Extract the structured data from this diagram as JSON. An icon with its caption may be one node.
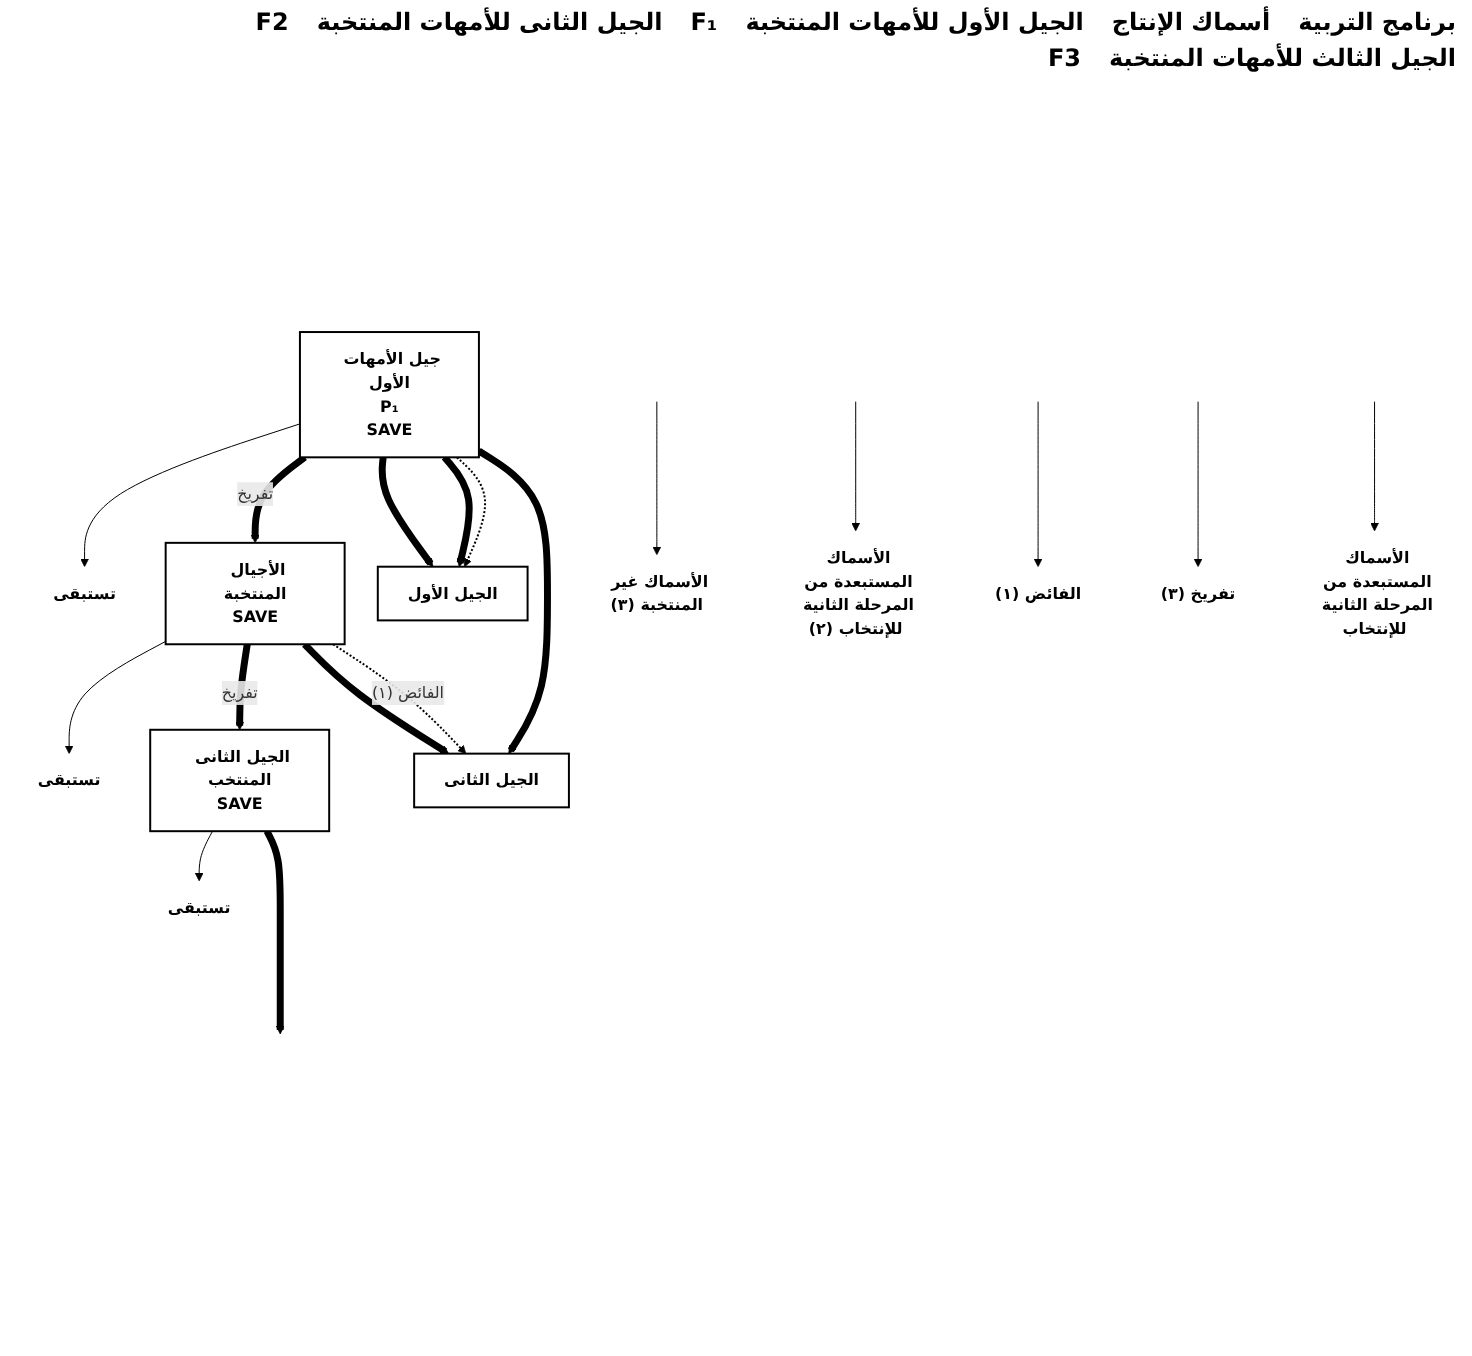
{
  "diagram": {
    "nodes": [
      {
        "text": [
          "جيل الأمهات الأول",
          "P₁",
          "SAVE"
        ]
      },
      {
        "text": [
          "الأجيال المنتخبة",
          "SAVE"
        ]
      },
      {
        "text": [
          "الجيل الثانى المنتخب",
          "SAVE"
        ]
      },
      {
        "text": [
          "الجيل الأول"
        ]
      },
      {
        "text": [
          "الجيل الثانى"
        ]
      },
      {
        "text": [
          "تستبقى"
        ]
      },
      {
        "text": [
          "الأسماك غير المنتخبة (٣)"
        ]
      },
      {
        "text": [
          "الأسماك المستبعدة من المرحلة الثانية للإنتخاب (٢)"
        ]
      },
      {
        "text": [
          "الفائض (١)"
        ]
      },
      {
        "text": [
          "تستبقى"
        ]
      },
      {
        "text": [
          "تفريخ (٣)"
        ]
      },
      {
        "text": [
          "الأسماك المستبعدة من المرحلة الثانية للإنتخاب"
        ]
      },
      {
        "text": [
          "تستبقى"
        ]
      }
    ],
    "edges": [
      {
        "from": 0,
        "to": 5,
        "arrow": "to"
      },
      {
        "from": 0,
        "to": 1,
        "arrow": "to",
        "label": "تفريخ",
        "style": "thick"
      },
      {
        "from": 0,
        "to": 3,
        "arrow": "to",
        "style": "thick"
      },
      {
        "from": 0,
        "to": 3,
        "arrow": "to",
        "style": "thick"
      },
      {
        "from": 0,
        "to": 3,
        "arrow": "to",
        "style": "dashed"
      },
      {
        "from": 0,
        "to": 4,
        "arrow": "to",
        "style": "thick"
      },
      {
        "from": 1,
        "to": 9,
        "arrow": "to"
      },
      {
        "from": 1,
        "to": 2,
        "arrow": "to",
        "label": "تفريخ",
        "style": "thick"
      },
      {
        "from": 1,
        "to": 4,
        "arrow": "to",
        "style": "thick"
      },
      {
        "from": 1,
        "to": 4,
        "arrow": "to",
        "label": "الفائض (١)",
        "style": "dashed"
      },
      {
        "from": 2,
        "to": 12,
        "arrow": "to"
      },
      {
        "from": 2,
        "to": null,
        "arrow": "to",
        "style": "thick"
      },
      {
        "from": null,
        "to": 6,
        "arrow": "to"
      },
      {
        "from": null,
        "to": 7,
        "arrow": "to"
      },
      {
        "from": null,
        "to": 8,
        "arrow": "to"
      },
      {
        "from": null,
        "to": 10,
        "arrow": "to"
      },
      {
        "from": null,
        "to": 11,
        "arrow": "to"
      }
    ],
    "labels": [
      "برنامج التربية",
      "أسماك الإنتاج",
      "الجيل الأول للأمهات المنتخبة",
      "F₁",
      "الجيل الثانى للأمهات المنتخبة",
      "F2",
      "الجيل الثالث للأمهات المنتخبة",
      "F3"
    ]
  }
}
